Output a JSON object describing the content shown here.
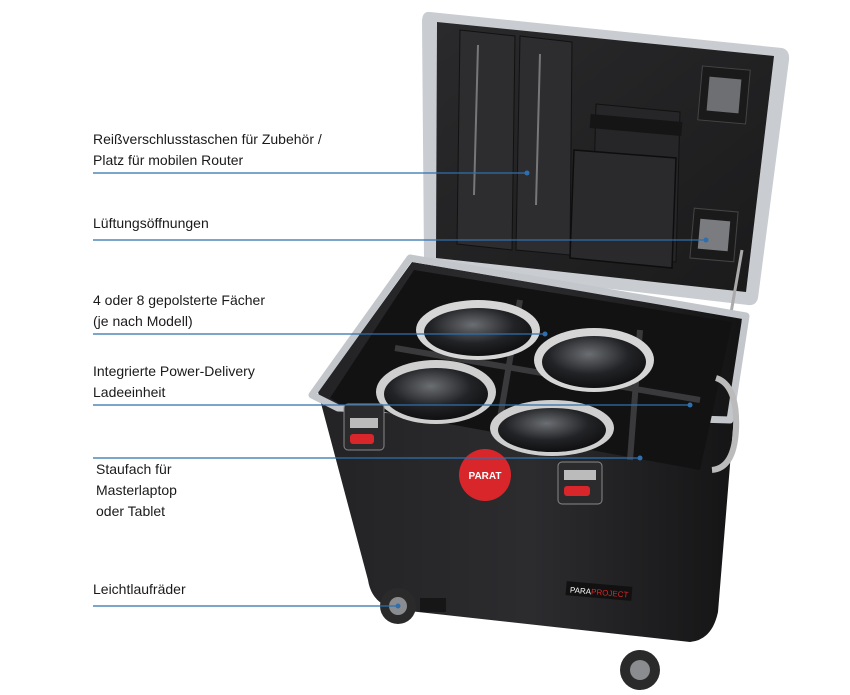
{
  "callouts": [
    {
      "lines": [
        "Reißverschlusstaschen für Zubehör /",
        "Platz für mobilen Router"
      ]
    },
    {
      "lines": [
        "Lüftungsöffnungen"
      ]
    },
    {
      "lines": [
        "4 oder 8 gepolsterte Fächer",
        "(je nach Modell)"
      ]
    },
    {
      "lines": [
        "Integrierte Power-Delivery",
        "Ladeeinheit"
      ]
    },
    {
      "lines": [
        "Staufach für",
        "Masterlaptop",
        "oder Tablet"
      ]
    },
    {
      "lines": [
        "Leichtlaufräder"
      ]
    }
  ],
  "brand": {
    "logo": "PARAT",
    "badge_left": "PARA",
    "badge_right": "PROJECT"
  },
  "colors": {
    "leader": "#2f6fae",
    "case": "#1c1c1e",
    "rim": "#bfc3c7",
    "logo": "#d8262a"
  }
}
